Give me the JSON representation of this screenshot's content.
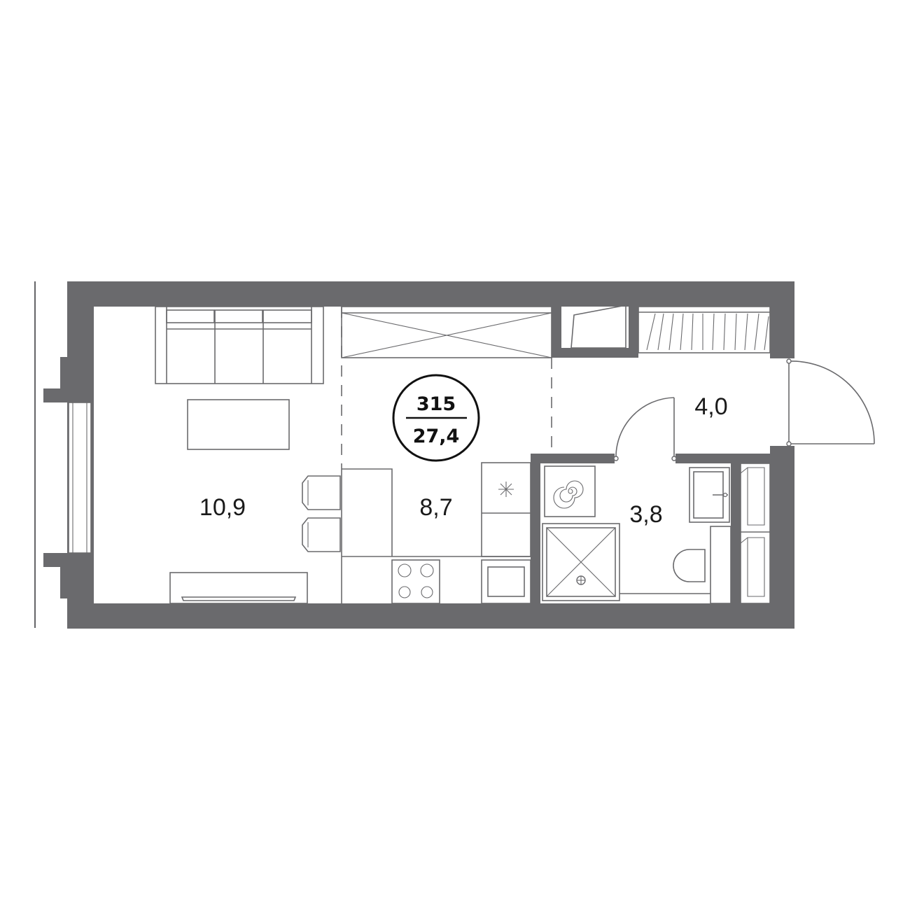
{
  "apartment": {
    "number": "315",
    "total_area": "27,4"
  },
  "rooms": [
    {
      "id": "living",
      "area": "10,9"
    },
    {
      "id": "kitchen",
      "area": "8,7"
    },
    {
      "id": "bathroom",
      "area": "3,8"
    },
    {
      "id": "hallway",
      "area": "4,0"
    }
  ],
  "colors": {
    "wall": "#6a6a6d",
    "text": "#1a1a1a"
  }
}
